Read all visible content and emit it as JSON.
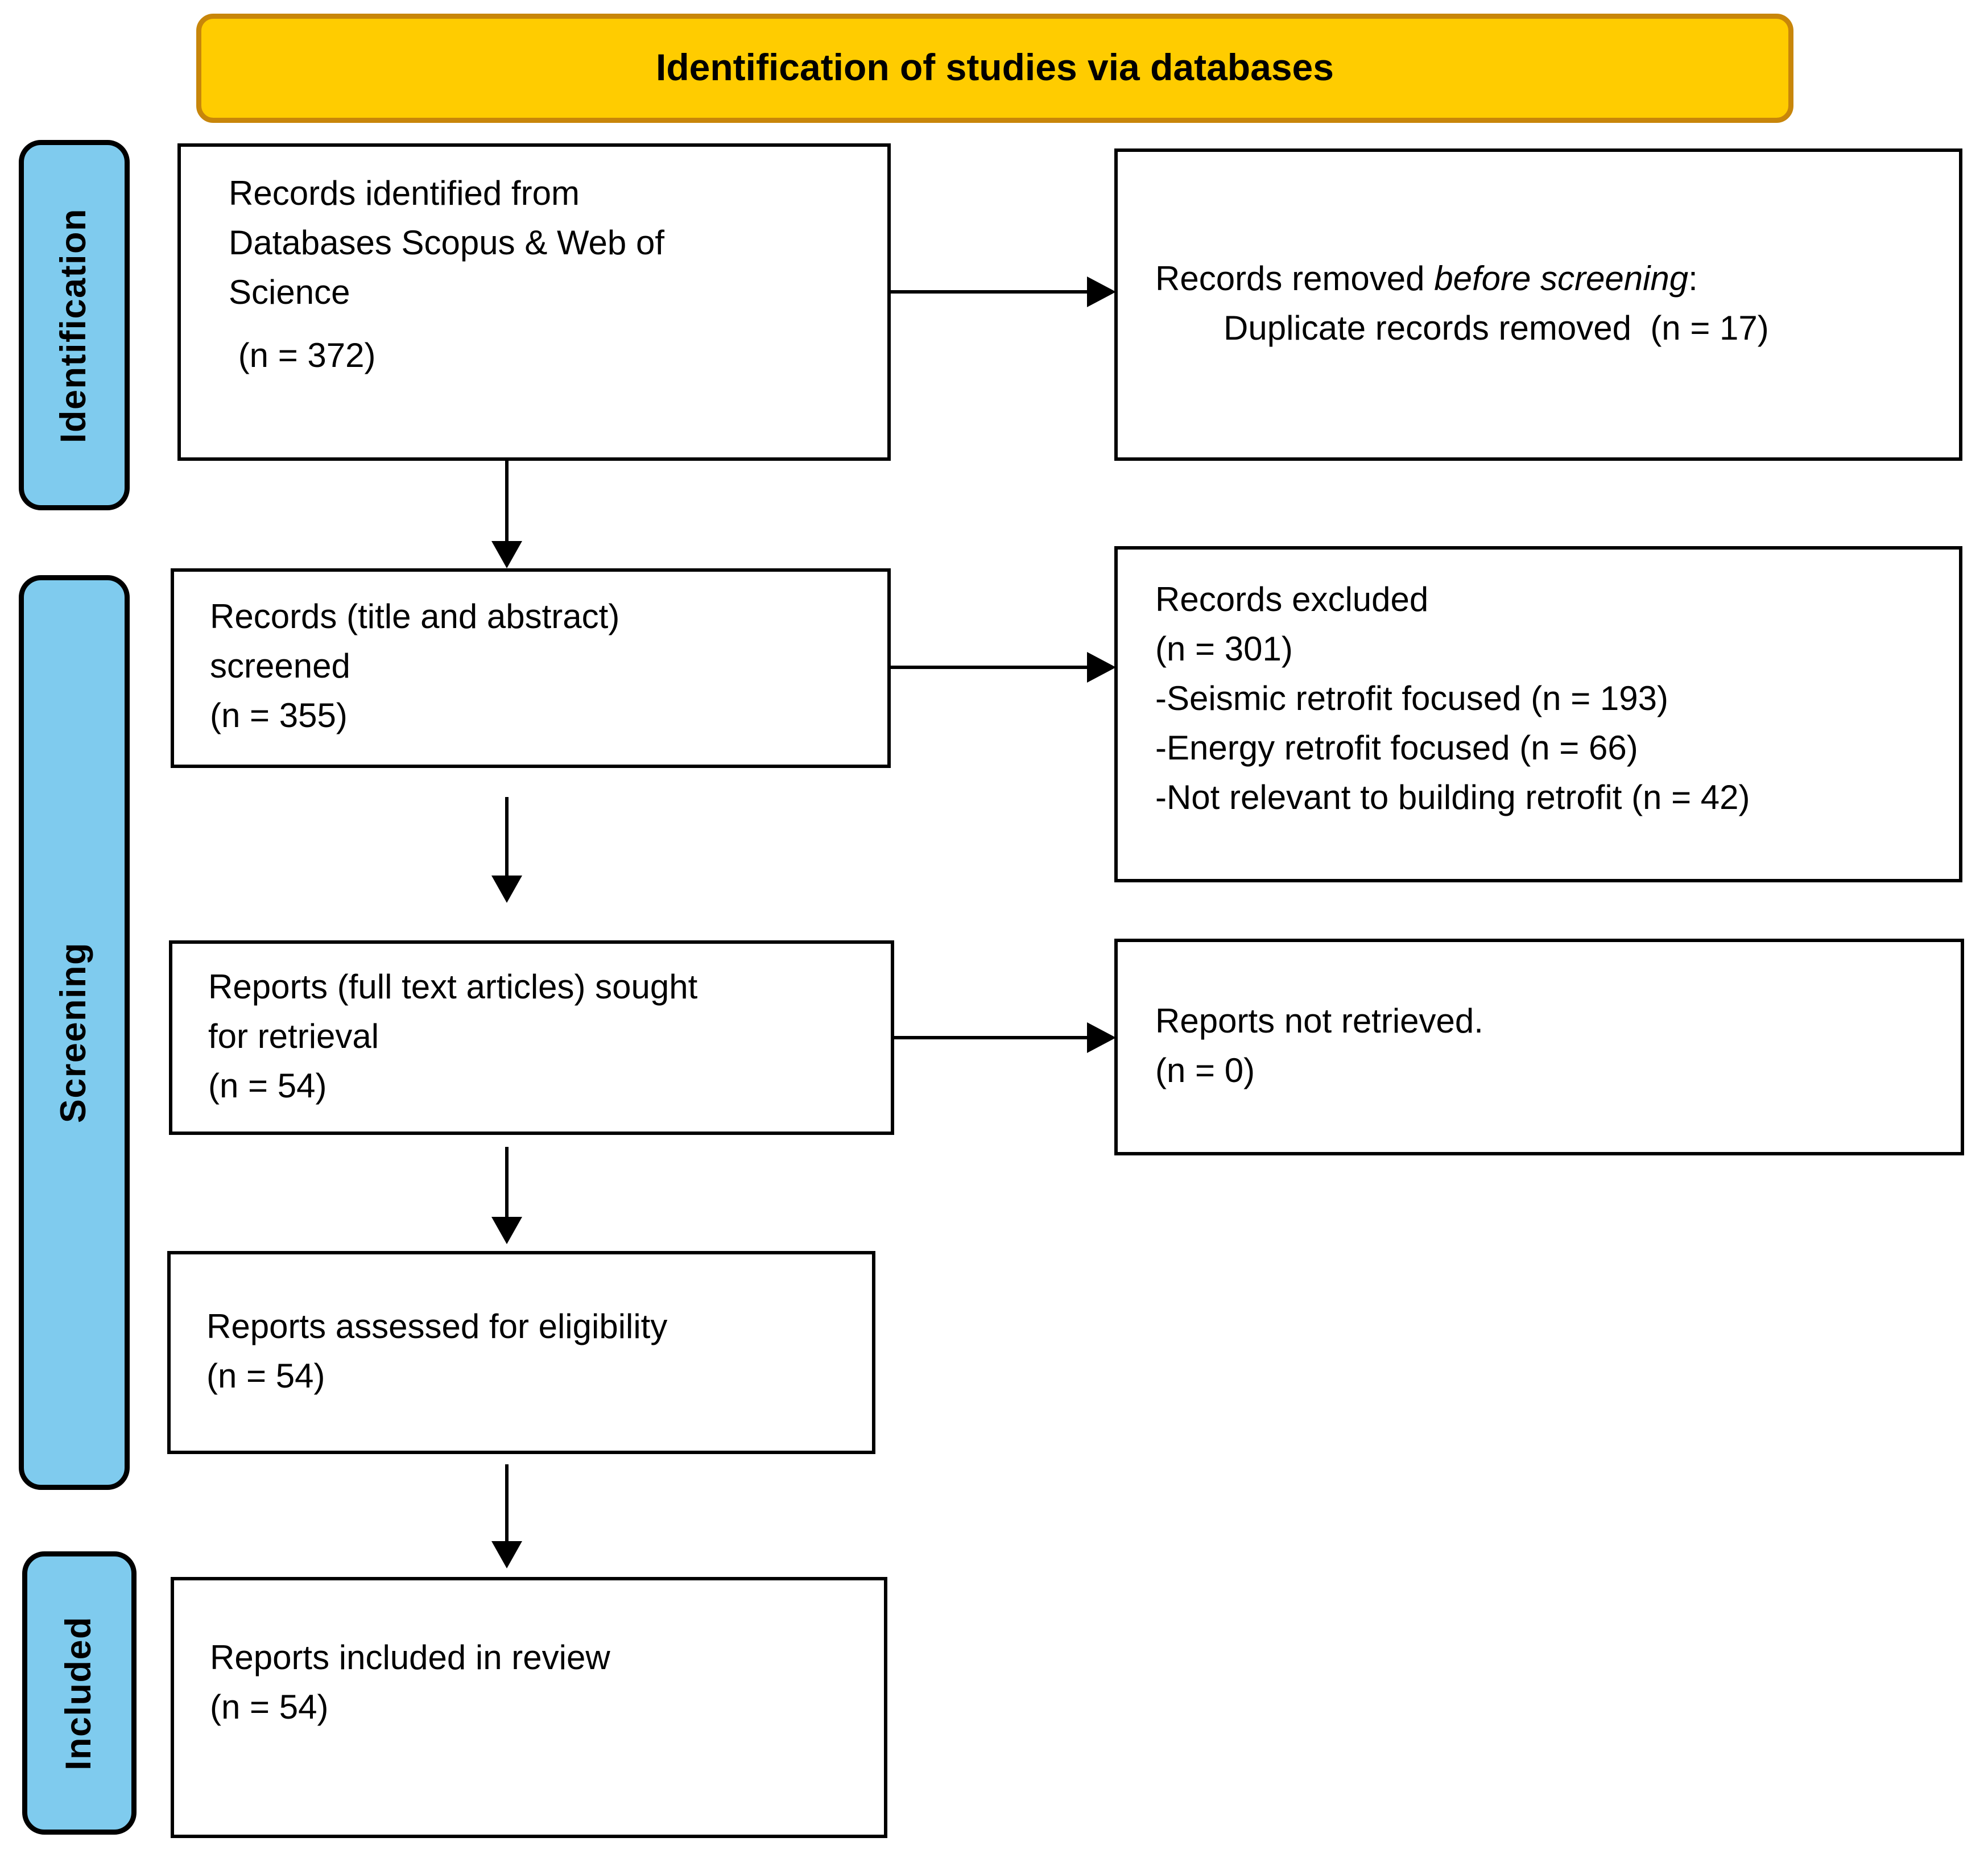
{
  "banner": {
    "title": "Identification of studies via databases"
  },
  "colors": {
    "banner_fill": "#FFCC00",
    "banner_border": "#C8860A",
    "stage_fill": "#7FCBEE",
    "ink": "#000000"
  },
  "stages": {
    "identification": "Identification",
    "screening": "Screening",
    "included": "Included"
  },
  "flow": {
    "identified": {
      "lines": [
        "Records identified from",
        "Databases Scopus & Web of",
        "Science",
        " (n = 372)"
      ]
    },
    "removed": {
      "prefix": "Records removed ",
      "emphasis": "before screening",
      "suffix": ":",
      "detail": "Duplicate records removed  (n = 17)"
    },
    "screened": {
      "lines": [
        "Records (title and abstract)",
        "screened",
        "(n = 355)"
      ]
    },
    "excluded": {
      "lines": [
        "Records excluded",
        "(n = 301)",
        "-Seismic retrofit focused (n = 193)",
        "-Energy retrofit focused (n = 66)",
        "-Not relevant to building retrofit (n = 42)"
      ]
    },
    "sought": {
      "lines": [
        "Reports (full text articles) sought",
        "for retrieval",
        "(n = 54)"
      ]
    },
    "not_retrieved": {
      "lines": [
        "Reports not retrieved.",
        "(n = 0)"
      ]
    },
    "assessed": {
      "lines": [
        "Reports assessed for eligibility",
        "(n = 54)"
      ]
    },
    "included_review": {
      "lines": [
        "Reports included in review",
        "(n = 54)"
      ]
    }
  }
}
